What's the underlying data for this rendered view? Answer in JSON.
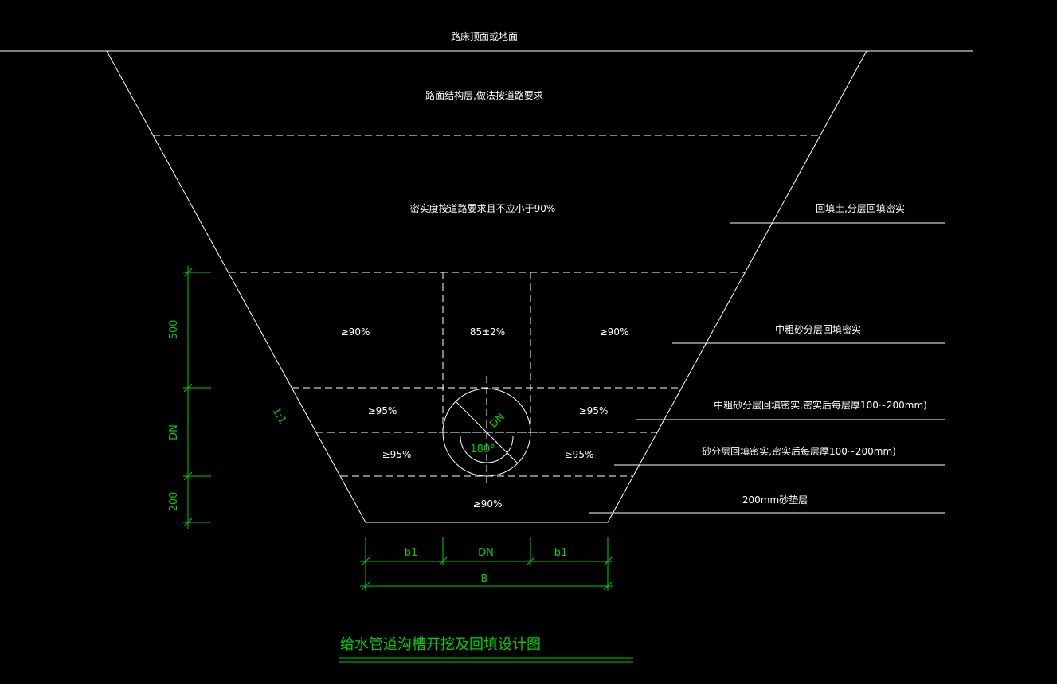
{
  "colors": {
    "background": "#000000",
    "lines": "#ffffff",
    "dimensions": "#00cc00"
  },
  "labels": {
    "road_surface": "路床顶面或地面",
    "pavement_layer": "路面结构层,做法按道路要求",
    "compaction_req": "密实度按道路要求且不应小于90%",
    "callout_backfill": "回填土,分层回填密实",
    "callout_medium_sand": "中粗砂分层回填密实",
    "callout_medium_sand_layers": "中粗砂分层回填密实,密实后每层厚100~200mm)",
    "callout_sand_layers": "砂分层回填密实,密实后每层厚100~200mm)",
    "callout_bedding": "200mm砂垫层"
  },
  "compaction": {
    "upper_left": "≥90%",
    "upper_center": "85±2%",
    "upper_right": "≥90%",
    "mid_left": "≥95%",
    "mid_right": "≥95%",
    "low_left": "≥95%",
    "low_right": "≥95%",
    "bottom": "≥90%"
  },
  "pipe": {
    "diameter_label": "DN",
    "angle_label": "180°"
  },
  "slope": "1:1",
  "dimensions": {
    "vertical": {
      "top": "500",
      "middle": "DN",
      "bottom": "200"
    },
    "horizontal": {
      "left": "b1",
      "center": "DN",
      "right": "b1",
      "total": "B"
    }
  },
  "title": "给水管道沟槽开挖及回填设计图"
}
